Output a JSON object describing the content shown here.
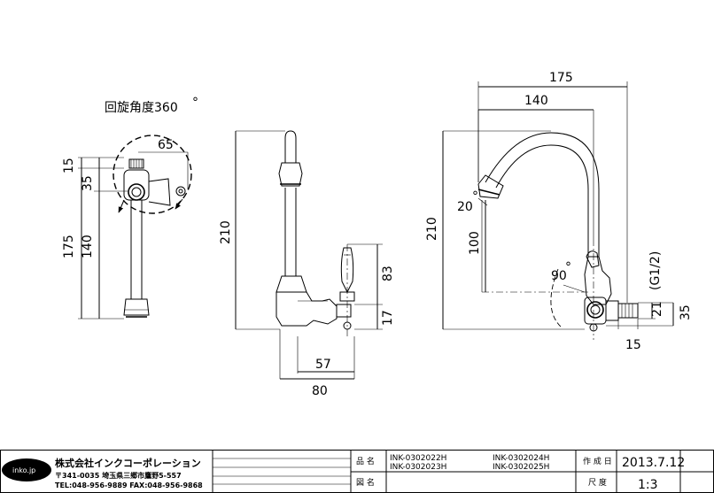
{
  "drawing": {
    "rotation_label": "回旋角度360",
    "degree_mark": "°",
    "side_view": {
      "dim_15": "15",
      "dim_35": "35",
      "dim_65": "65",
      "dim_175": "175",
      "dim_140": "140"
    },
    "front_view": {
      "dim_210": "210",
      "dim_83": "83",
      "dim_17": "17",
      "dim_57": "57",
      "dim_80": "80"
    },
    "profile_view": {
      "dim_175": "175",
      "dim_140": "140",
      "dim_210": "210",
      "dim_100": "100",
      "angle_20": "20",
      "angle_90": "90",
      "thread": "(G1/2)",
      "dim_21": "21",
      "dim_35": "35",
      "dim_15": "15"
    }
  },
  "title_block": {
    "logo": "inko.jp",
    "company": "株式会社インクコーポレーション",
    "address": "〒341-0035 埼玉県三郷市鷹野5-557",
    "contact": "TEL:048-956-9889  FAX:048-956-9868",
    "product_label": "品 名",
    "drawing_label": "図 名",
    "models": [
      "INK-0302022H",
      "INK-0302023H",
      "INK-0302024H",
      "INK-0302025H"
    ],
    "date_label": "作 成 日",
    "date": "2013.7.12",
    "scale_label": "尺 度",
    "scale": "1:3"
  }
}
